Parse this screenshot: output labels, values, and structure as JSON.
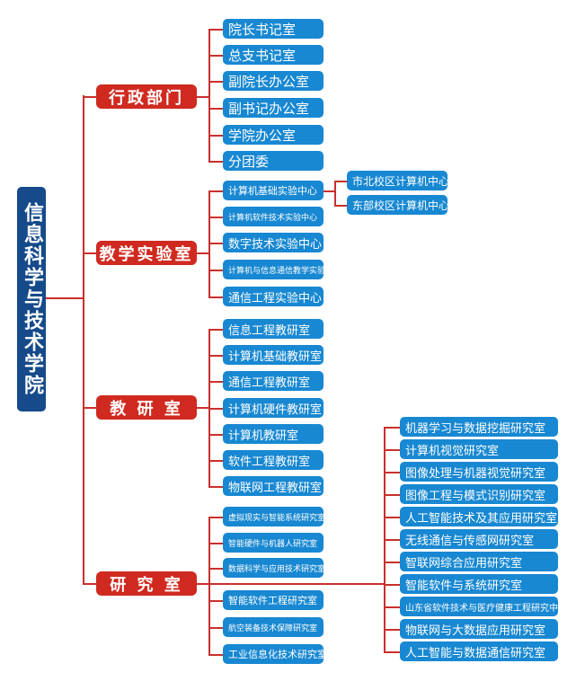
{
  "root": "信息科学与技术学院",
  "groups": [
    {
      "name": "行政部门",
      "items": [
        "院长书记室",
        "总支书记室",
        "副院长办公室",
        "副书记办公室",
        "学院办公室",
        "分团委"
      ]
    },
    {
      "name": "教学实验室",
      "items": [
        "计算机基础实验中心",
        "计算机软件技术实验中心",
        "数字技术实验中心",
        "计算机与信息通信教学实验中心",
        "通信工程实验中心"
      ],
      "sub": [
        "市北校区计算机中心",
        "东部校区计算机中心"
      ]
    },
    {
      "name": "教 研 室",
      "items": [
        "信息工程教研室",
        "计算机基础教研室",
        "通信工程教研室",
        "计算机硬件教研室",
        "计算机教研室",
        "软件工程教研室",
        "物联网工程教研室"
      ]
    },
    {
      "name": "研 究 室",
      "items": [
        "虚拟现实与智能系统研究室",
        "智能硬件与机器人研究室",
        "数据科学与应用技术研究室",
        "智能软件工程研究室",
        "航空装备技术保障研究室",
        "工业信息化技术研究室"
      ],
      "right": [
        "机器学习与数据挖掘研究室",
        "计算机视觉研究室",
        "图像处理与机器视觉研究室",
        "图像工程与模式识别研究室",
        "人工智能技术及其应用研究室",
        "无线通信与传感网研究室",
        "智联网综合应用研究室",
        "智能软件与系统研究室",
        "山东省软件技术与医疗健康工程研究中心",
        "物联网与大数据应用研究室",
        "人工智能与数据通信研究室"
      ]
    }
  ]
}
